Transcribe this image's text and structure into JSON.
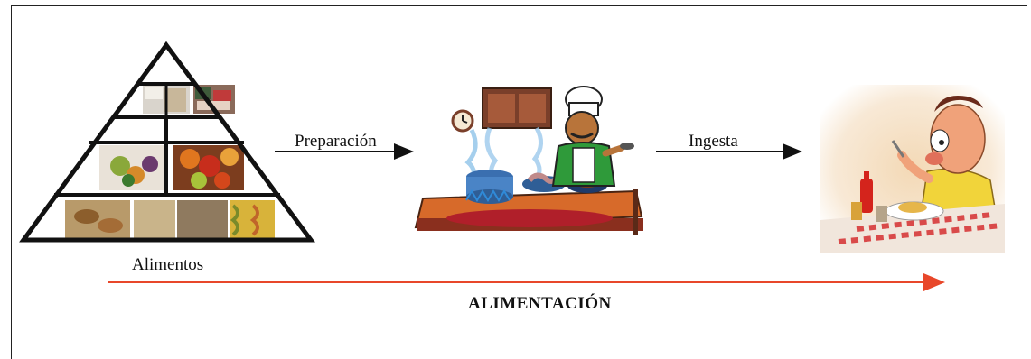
{
  "labels": {
    "source": "Alimentos",
    "step1": "Preparación",
    "step2": "Ingesta",
    "process": "ALIMENTACIÓN"
  },
  "colors": {
    "main_arrow": "#e8472a",
    "step_arrow": "#111111",
    "pyramid_outline": "#111111"
  },
  "icons": [
    "food-pyramid-icon",
    "chef-cooking-icon",
    "man-eating-icon"
  ]
}
